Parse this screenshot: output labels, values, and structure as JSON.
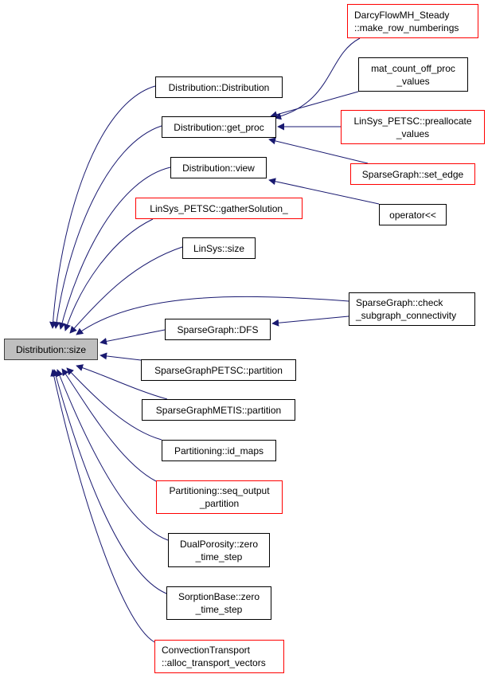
{
  "colors": {
    "edge": "#191970",
    "linked_border": "#ff0000",
    "normal_border": "#000000",
    "root_fill": "#bfbfbf"
  },
  "nodes": {
    "root": {
      "lines": [
        "Distribution::size"
      ]
    },
    "dist_ctor": {
      "lines": [
        "Distribution::Distribution"
      ]
    },
    "get_proc": {
      "lines": [
        "Distribution::get_proc"
      ]
    },
    "view": {
      "lines": [
        "Distribution::view"
      ]
    },
    "gather": {
      "lines": [
        "LinSys_PETSC::gatherSolution_"
      ]
    },
    "linsys_size": {
      "lines": [
        "LinSys::size"
      ]
    },
    "dfs": {
      "lines": [
        "SparseGraph::DFS"
      ]
    },
    "petsc_partition": {
      "lines": [
        "SparseGraphPETSC::partition"
      ]
    },
    "metis_partition": {
      "lines": [
        "SparseGraphMETIS::partition"
      ]
    },
    "id_maps": {
      "lines": [
        "Partitioning::id_maps"
      ]
    },
    "seq_output": {
      "lines": [
        "Partitioning::seq_output",
        "_partition"
      ]
    },
    "dual_porosity": {
      "lines": [
        "DualPorosity::zero",
        "_time_step"
      ]
    },
    "sorption": {
      "lines": [
        "SorptionBase::zero",
        "_time_step"
      ]
    },
    "convection": {
      "lines": [
        "ConvectionTransport",
        "::alloc_transport_vectors"
      ]
    },
    "darcy": {
      "lines": [
        "DarcyFlowMH_Steady",
        "::make_row_numberings"
      ]
    },
    "mat_count": {
      "lines": [
        "mat_count_off_proc",
        "_values"
      ]
    },
    "preallocate": {
      "lines": [
        "LinSys_PETSC::preallocate",
        "_values"
      ]
    },
    "set_edge": {
      "lines": [
        "SparseGraph::set_edge"
      ]
    },
    "operator": {
      "lines": [
        "operator<<"
      ]
    },
    "check_subgraph": {
      "lines": [
        "SparseGraph::check",
        "_subgraph_connectivity"
      ]
    }
  }
}
